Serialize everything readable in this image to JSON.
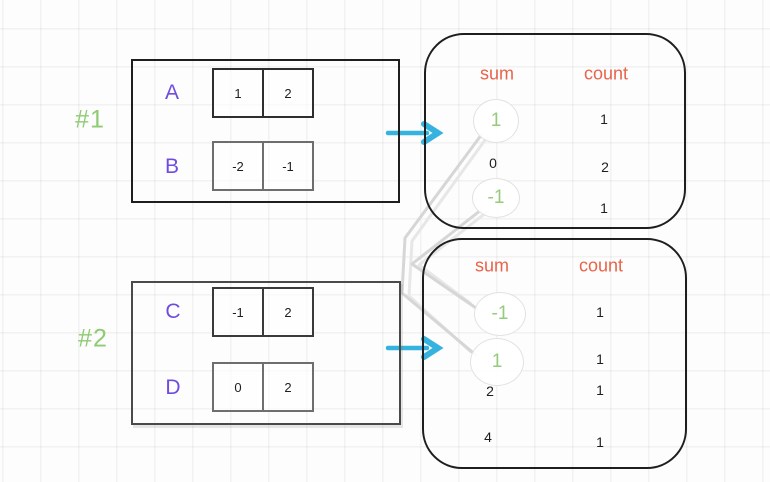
{
  "diagram": {
    "examples": [
      {
        "label": "#1",
        "arrays": [
          {
            "name": "A",
            "cells": [
              "1",
              "2"
            ]
          },
          {
            "name": "B",
            "cells": [
              "-2",
              "-1"
            ]
          }
        ],
        "table": {
          "sum_header": "sum",
          "count_header": "count",
          "rows": [
            {
              "sum": "1",
              "count": "1",
              "circled": true
            },
            {
              "sum": "0",
              "count": "2",
              "circled": false
            },
            {
              "sum": "-1",
              "count": "1",
              "circled": true
            }
          ]
        }
      },
      {
        "label": "#2",
        "arrays": [
          {
            "name": "C",
            "cells": [
              "-1",
              "2"
            ]
          },
          {
            "name": "D",
            "cells": [
              "0",
              "2"
            ]
          }
        ],
        "table": {
          "sum_header": "sum",
          "count_header": "count",
          "rows": [
            {
              "sum": "-1",
              "count": "1",
              "circled": true
            },
            {
              "sum": "1",
              "count": "1",
              "circled": true
            },
            {
              "sum": "2",
              "count": "1",
              "circled": false
            },
            {
              "sum": "4",
              "count": "1",
              "circled": false
            }
          ]
        }
      }
    ],
    "colors": {
      "accent_green": "#8ecb72",
      "accent_purple": "#6f4ce0",
      "accent_coral": "#e8644a",
      "accent_cyan": "#35b2dd",
      "connector_gray": "#d6d6d6",
      "text_black": "#1e1e1e"
    }
  }
}
